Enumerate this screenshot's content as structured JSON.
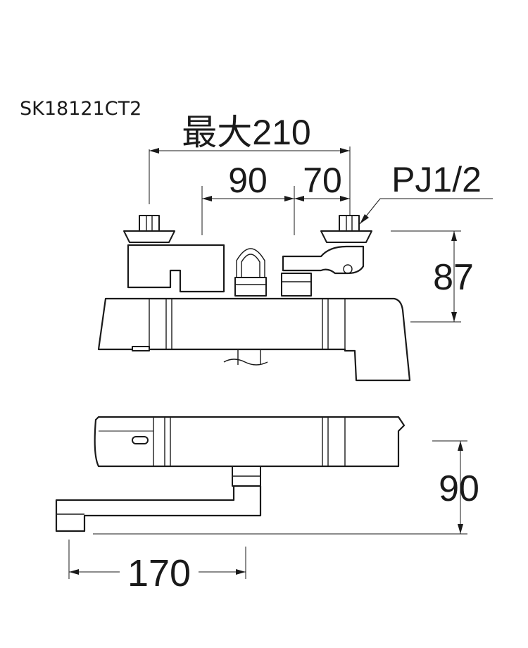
{
  "model": "SK18121CT2",
  "dimensions": {
    "max_width": "最大210",
    "left_offset": "90",
    "right_offset": "70",
    "thread": "PJ1/2",
    "height_top": "87",
    "depth": "90",
    "spout_length": "170"
  }
}
